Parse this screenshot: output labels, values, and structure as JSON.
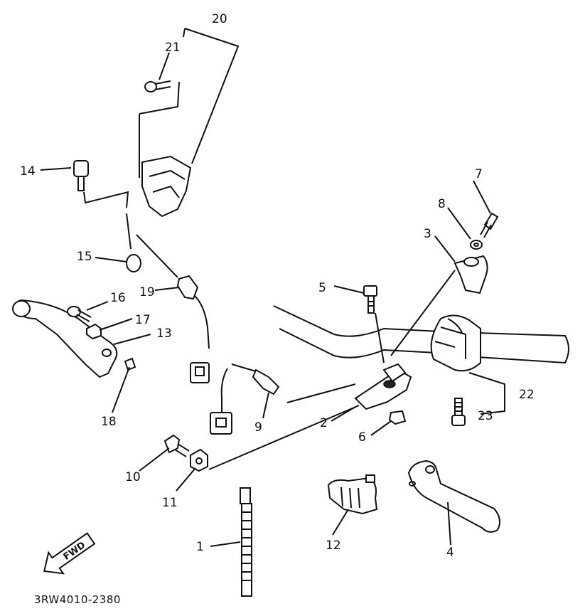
{
  "diagram_code": "3RW4010-2380",
  "fwd_label": "FWD",
  "callouts": {
    "c1": "1",
    "c2": "2",
    "c3": "3",
    "c4": "4",
    "c5": "5",
    "c6": "6",
    "c7": "7",
    "c8": "8",
    "c9": "9",
    "c10": "10",
    "c11": "11",
    "c12": "12",
    "c13": "13",
    "c14": "14",
    "c15": "15",
    "c16": "16",
    "c17": "17",
    "c18": "18",
    "c19": "19",
    "c20": "20",
    "c21": "21",
    "c22": "22",
    "c23": "23"
  }
}
